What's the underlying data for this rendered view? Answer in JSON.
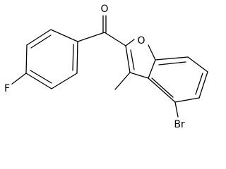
{
  "molecule": {
    "atoms": {
      "O1": "O",
      "O2": "O",
      "F": "F",
      "Br": "Br"
    }
  }
}
